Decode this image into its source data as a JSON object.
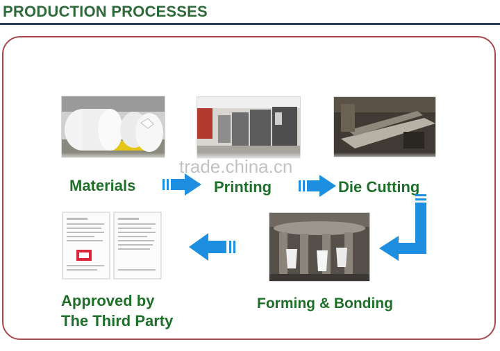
{
  "header": {
    "title": "PRODUCTION PROCESSES"
  },
  "watermark": "trade.china.cn",
  "colors": {
    "title": "#2f6b3a",
    "label": "#1e6f2a",
    "arrow": "#1e8fe0",
    "border": "#a8484c",
    "rule": "#2a3d58"
  },
  "steps": [
    {
      "label": "Materials"
    },
    {
      "label": "Printing"
    },
    {
      "label": "Die Cutting"
    },
    {
      "label": "Forming & Bonding"
    },
    {
      "label_line1": "Approved by",
      "label_line2": "The Third Party"
    }
  ]
}
